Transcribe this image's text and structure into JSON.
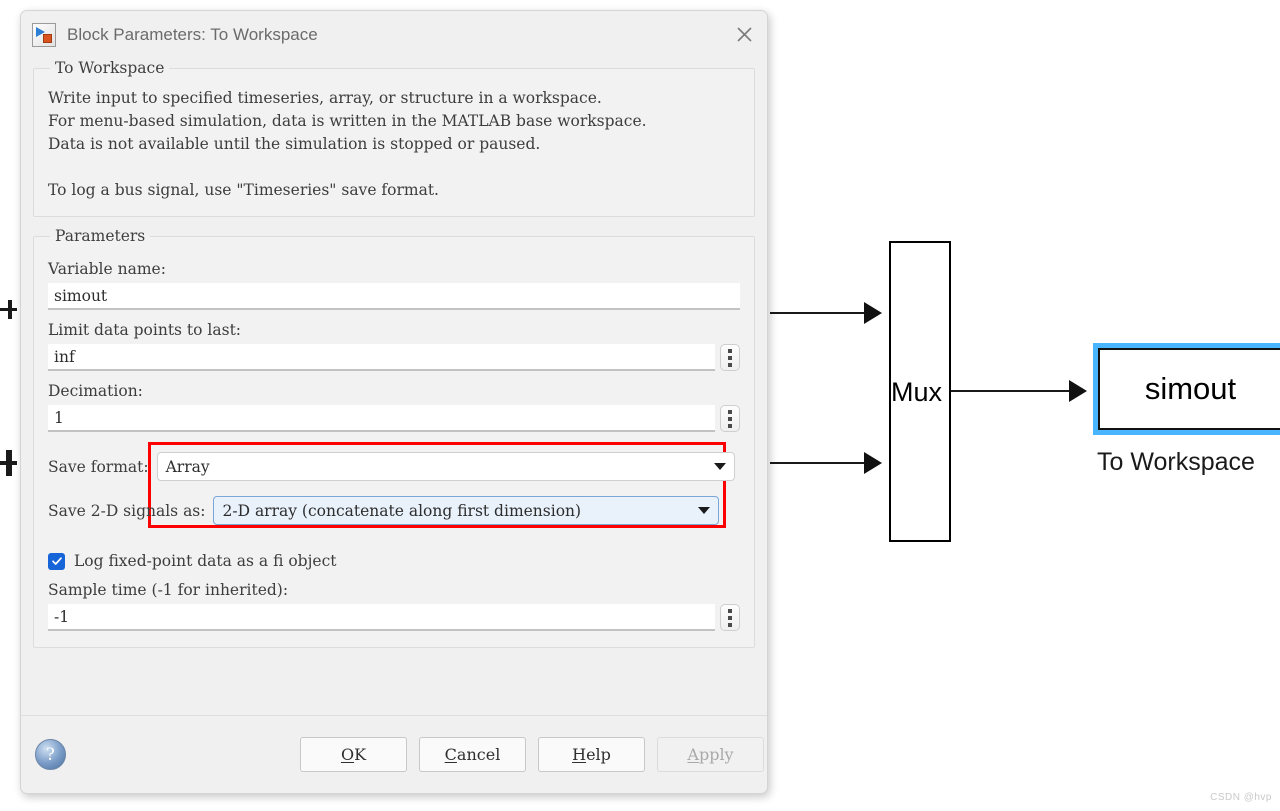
{
  "window": {
    "title": "Block Parameters: To Workspace",
    "icon": "simulink-block-icon",
    "close_icon": "close-icon"
  },
  "description_group": {
    "legend": "To Workspace",
    "text": "Write input to specified timeseries, array, or structure in a workspace.\nFor menu-based simulation, data is written in the MATLAB base workspace.\nData is not available until the simulation is stopped or paused.\n\nTo log a bus signal, use \"Timeseries\" save format."
  },
  "parameters_group": {
    "legend": "Parameters",
    "variable_name": {
      "label": "Variable name:",
      "value": "simout"
    },
    "limit_data_points": {
      "label": "Limit data points to last:",
      "value": "inf",
      "spinner_icon": "vertical-dots-icon"
    },
    "decimation": {
      "label": "Decimation:",
      "value": "1",
      "spinner_icon": "vertical-dots-icon"
    },
    "save_format": {
      "label": "Save format:",
      "value": "Array",
      "caret_icon": "chevron-down-icon"
    },
    "save_2d_signals": {
      "label": "Save 2-D signals as:",
      "value": "2-D array (concatenate along first dimension)",
      "caret_icon": "chevron-down-icon"
    },
    "log_fixed_point": {
      "label": "Log fixed-point data as a fi object",
      "checked": true,
      "check_icon": "checkmark-icon"
    },
    "sample_time": {
      "label": "Sample time (-1 for inherited):",
      "value": "-1",
      "spinner_icon": "vertical-dots-icon"
    }
  },
  "footer": {
    "help_icon": "question-mark-icon",
    "buttons": [
      {
        "label": "OK",
        "mnemonic": "O",
        "rest": "K",
        "disabled": false
      },
      {
        "label": "Cancel",
        "mnemonic": "C",
        "rest": "ancel",
        "disabled": false
      },
      {
        "label": "Help",
        "mnemonic": "H",
        "rest": "elp",
        "disabled": false
      },
      {
        "label": "Apply",
        "mnemonic": "A",
        "rest": "pply",
        "disabled": true
      }
    ]
  },
  "diagram": {
    "mux_label": "Mux",
    "to_workspace_block_text": "simout",
    "to_workspace_caption": "To Workspace",
    "selection_color": "#49b4ff",
    "highlight_color": "#ff0000"
  },
  "watermark": "CSDN @hvp"
}
